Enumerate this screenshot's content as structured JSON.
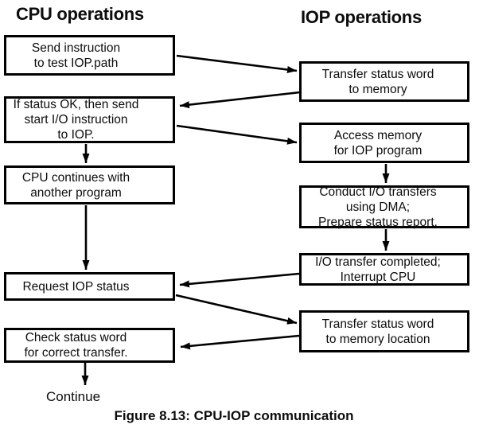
{
  "headings": {
    "cpu": "CPU operations",
    "iop": "IOP operations"
  },
  "cpu_boxes": [
    {
      "id": "cpu-1",
      "label": "Send instruction\nto test IOP.path"
    },
    {
      "id": "cpu-2",
      "label": "If status OK, then send\nstart I/O instruction\nto IOP."
    },
    {
      "id": "cpu-3",
      "label": "CPU continues with\nanother program"
    },
    {
      "id": "cpu-4",
      "label": "Request IOP status"
    },
    {
      "id": "cpu-5",
      "label": "Check status word\nfor correct transfer."
    }
  ],
  "iop_boxes": [
    {
      "id": "iop-1",
      "label": "Transfer status word\nto memory"
    },
    {
      "id": "iop-2",
      "label": "Access memory\nfor IOP program"
    },
    {
      "id": "iop-3",
      "label": "Conduct I/O transfers\nusing DMA;\nPrepare status report."
    },
    {
      "id": "iop-4",
      "label": "I/O transfer completed;\nInterrupt CPU"
    },
    {
      "id": "iop-5",
      "label": "Transfer status word\nto memory location"
    }
  ],
  "terminal": {
    "label": "Continue"
  },
  "caption": "Figure 8.13: CPU-IOP communication",
  "edges": [
    {
      "from": "cpu-1",
      "to": "iop-1"
    },
    {
      "from": "iop-1",
      "to": "cpu-2"
    },
    {
      "from": "cpu-2",
      "to": "iop-2"
    },
    {
      "from": "cpu-2",
      "to": "cpu-3"
    },
    {
      "from": "iop-2",
      "to": "iop-3"
    },
    {
      "from": "cpu-3",
      "to": "cpu-4"
    },
    {
      "from": "iop-3",
      "to": "iop-4"
    },
    {
      "from": "iop-4",
      "to": "cpu-4"
    },
    {
      "from": "cpu-4",
      "to": "iop-5"
    },
    {
      "from": "iop-5",
      "to": "cpu-5"
    },
    {
      "from": "cpu-5",
      "to": "continue"
    }
  ],
  "colors": {
    "ink": "#000000",
    "background": "#ffffff"
  }
}
